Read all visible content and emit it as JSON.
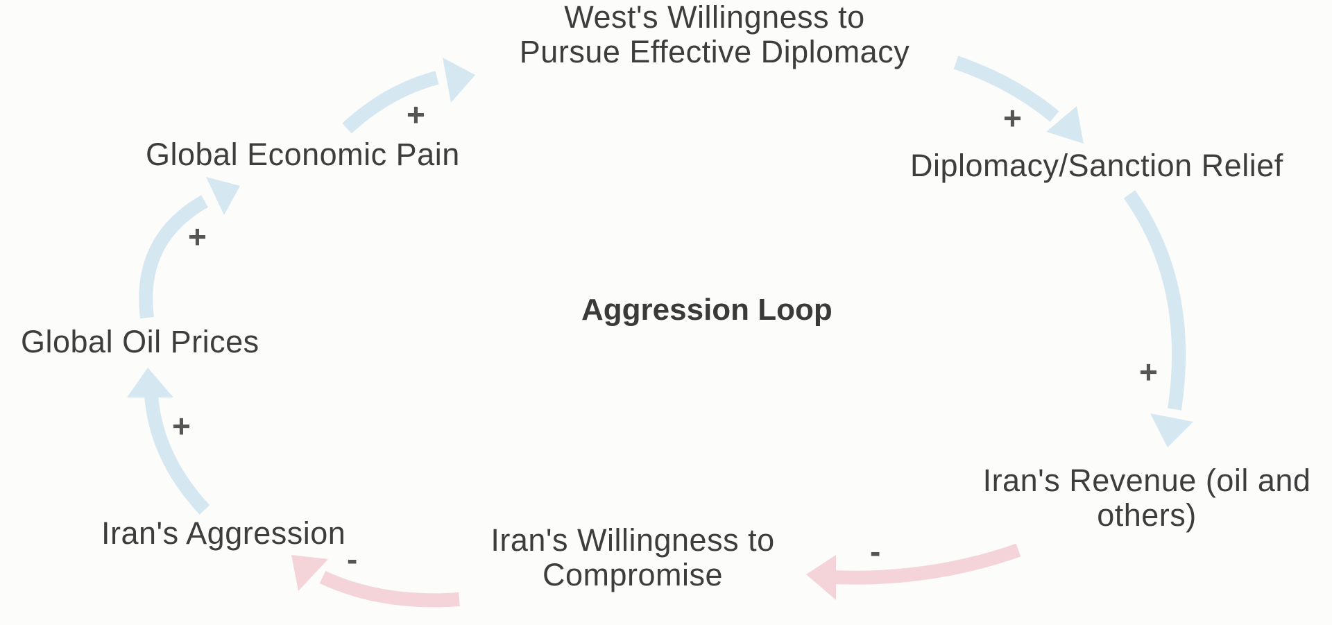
{
  "diagram": {
    "title": "Aggression Loop",
    "colors": {
      "positive_link": "#d5e7f1",
      "negative_link": "#f5d4d9",
      "text": "#3d3d3d",
      "background": "#fcfcfb"
    },
    "nodes": {
      "west_willingness": {
        "line1": "West's Willingness to",
        "line2": "Pursue Effective Diplomacy"
      },
      "diplomacy_relief": {
        "label": "Diplomacy/Sanction Relief"
      },
      "iran_revenue": {
        "line1": "Iran's Revenue (oil and",
        "line2": "others)"
      },
      "iran_compromise": {
        "line1": "Iran's Willingness to",
        "line2": "Compromise"
      },
      "iran_aggression": {
        "label": "Iran's Aggression"
      },
      "oil_prices": {
        "label": "Global Oil Prices"
      },
      "economic_pain": {
        "label": "Global Economic Pain"
      }
    },
    "links": [
      {
        "from": "Global Economic Pain",
        "to": "West's Willingness to Pursue Effective Diplomacy",
        "polarity": "+"
      },
      {
        "from": "West's Willingness to Pursue Effective Diplomacy",
        "to": "Diplomacy/Sanction Relief",
        "polarity": "+"
      },
      {
        "from": "Diplomacy/Sanction Relief",
        "to": "Iran's Revenue (oil and others)",
        "polarity": "+"
      },
      {
        "from": "Iran's Revenue (oil and others)",
        "to": "Iran's Willingness to Compromise",
        "polarity": "-"
      },
      {
        "from": "Iran's Willingness to Compromise",
        "to": "Iran's Aggression",
        "polarity": "-"
      },
      {
        "from": "Iran's Aggression",
        "to": "Global Oil Prices",
        "polarity": "+"
      },
      {
        "from": "Global Oil Prices",
        "to": "Global Economic Pain",
        "polarity": "+"
      }
    ]
  }
}
